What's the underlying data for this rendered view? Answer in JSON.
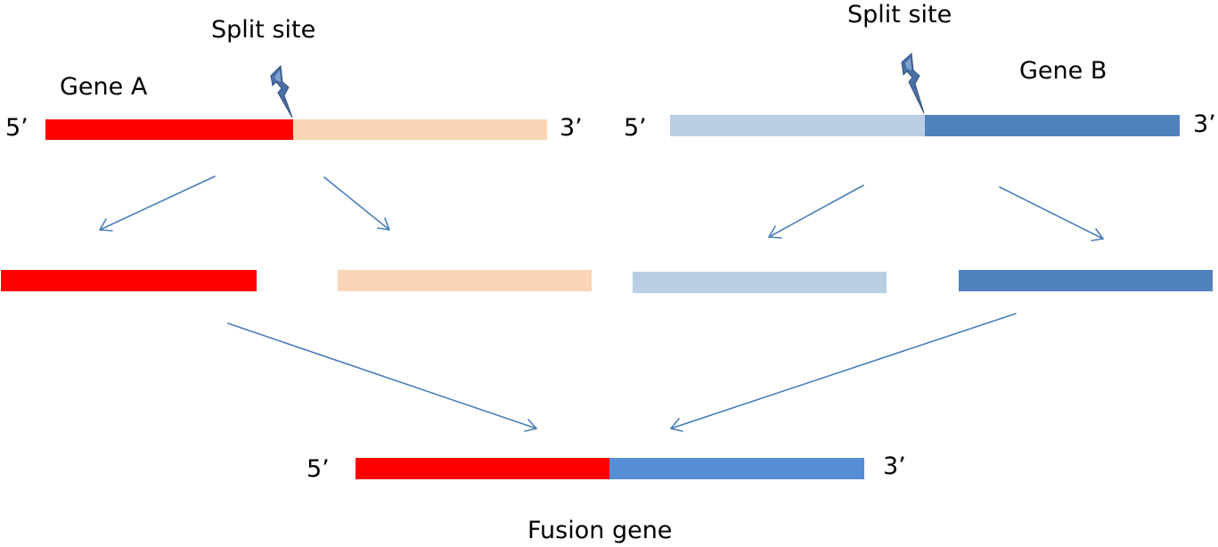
{
  "labels": {
    "split_site_a": "Split site",
    "split_site_b": "Split site",
    "gene_a": "Gene A",
    "gene_b": "Gene B",
    "five_prime_a": "5’",
    "three_prime_a": "3’",
    "five_prime_b": "5’",
    "three_prime_b": "3’",
    "five_prime_fusion": "5’",
    "three_prime_fusion": "3’",
    "fusion_gene": "Fusion gene"
  },
  "colors": {
    "gene_a_5": "#ff0000",
    "gene_a_3": "#fbd5b5",
    "gene_b_5": "#b9cde5",
    "gene_b_3": "#4f81bd",
    "fusion_3": "#558ed5",
    "arrow": "#4a7ebb",
    "bolt": "#4a6fa5"
  },
  "icons": {
    "split_a": "lightning-bolt-icon",
    "split_b": "lightning-bolt-icon"
  }
}
